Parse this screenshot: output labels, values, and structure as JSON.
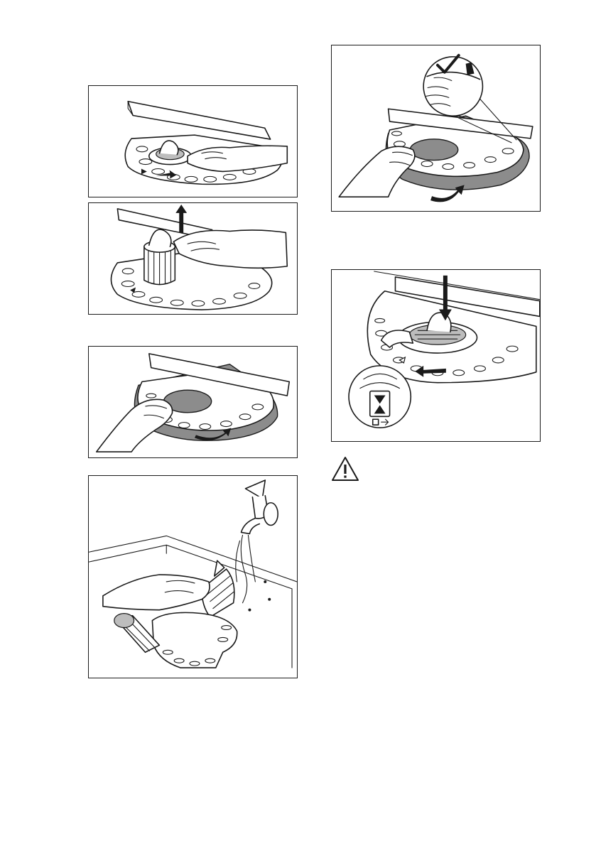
{
  "page": {
    "figures": [
      {
        "id": "fig-1",
        "depicts": "turn-filter-counterclockwise"
      },
      {
        "id": "fig-2",
        "depicts": "lift-filter-out"
      },
      {
        "id": "fig-3",
        "depicts": "remove-flat-filter"
      },
      {
        "id": "fig-4",
        "depicts": "rinse-filters-under-tap"
      },
      {
        "id": "fig-5",
        "depicts": "reinstall-flat-filter-check"
      },
      {
        "id": "fig-6",
        "depicts": "insert-and-lock-filter"
      }
    ],
    "warning_icon": "warning-triangle-icon",
    "colors": {
      "line": "#1a1a1a",
      "fill_grey": "#8c8c8c",
      "fill_light": "#bdbdbd",
      "background": "#ffffff"
    }
  }
}
